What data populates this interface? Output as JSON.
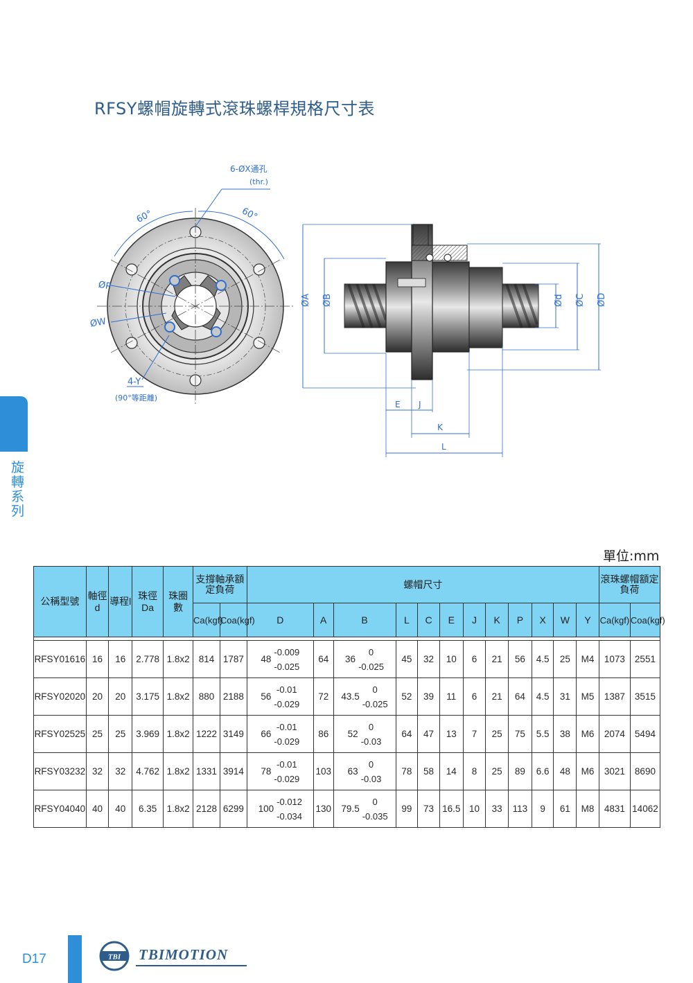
{
  "title": "RFSY螺帽旋轉式滾珠螺桿規格尺寸表",
  "side_label": "旋轉系列",
  "unit": "單位:mm",
  "drawing": {
    "hole_label": "6-ØX通孔",
    "hole_label_sub": "(thr.)",
    "angle1": "60°",
    "angle2": "60°",
    "p_label": "ØP",
    "w_label": "ØW",
    "y_label": "4-Y",
    "y_label_sub": "(90°等距離)",
    "dim_A": "ØA",
    "dim_B": "ØB",
    "dim_d": "Ød",
    "dim_C": "ØC",
    "dim_D": "ØD",
    "dim_E": "E",
    "dim_J": "J",
    "dim_K": "K",
    "dim_L": "L"
  },
  "table": {
    "h_model": "公稱型號",
    "h_shaft": "軸徑d",
    "h_lead": "導程l",
    "h_ball": "珠徑Da",
    "h_turns": "珠圈數",
    "h_support": "支撐軸承額定負荷",
    "h_nut": "螺帽尺寸",
    "h_ballnut": "滾珠螺帽額定負荷",
    "h_ca": "Ca(kgf)",
    "h_coa": "Coa(kgf)",
    "h_cols": [
      "D",
      "A",
      "B",
      "L",
      "C",
      "E",
      "J",
      "K",
      "P",
      "X",
      "W",
      "Y"
    ],
    "rows": [
      {
        "model": "RFSY01616",
        "d": "16",
        "l": "16",
        "da": "2.778",
        "turns": "1.8x2",
        "ca": "814",
        "coa": "1787",
        "D": "48",
        "D_up": "-0.009",
        "D_lo": "-0.025",
        "A": "64",
        "B": "36",
        "B_up": "0",
        "B_lo": "-0.025",
        "L": "45",
        "C": "32",
        "E": "10",
        "J": "6",
        "K": "21",
        "P": "56",
        "X": "4.5",
        "W": "25",
        "Y": "M4",
        "ca2": "1073",
        "coa2": "2551"
      },
      {
        "model": "RFSY02020",
        "d": "20",
        "l": "20",
        "da": "3.175",
        "turns": "1.8x2",
        "ca": "880",
        "coa": "2188",
        "D": "56",
        "D_up": "-0.01",
        "D_lo": "-0.029",
        "A": "72",
        "B": "43.5",
        "B_up": "0",
        "B_lo": "-0.025",
        "L": "52",
        "C": "39",
        "E": "11",
        "J": "6",
        "K": "21",
        "P": "64",
        "X": "4.5",
        "W": "31",
        "Y": "M5",
        "ca2": "1387",
        "coa2": "3515"
      },
      {
        "model": "RFSY02525",
        "d": "25",
        "l": "25",
        "da": "3.969",
        "turns": "1.8x2",
        "ca": "1222",
        "coa": "3149",
        "D": "66",
        "D_up": "-0.01",
        "D_lo": "-0.029",
        "A": "86",
        "B": "52",
        "B_up": "0",
        "B_lo": "-0.03",
        "L": "64",
        "C": "47",
        "E": "13",
        "J": "7",
        "K": "25",
        "P": "75",
        "X": "5.5",
        "W": "38",
        "Y": "M6",
        "ca2": "2074",
        "coa2": "5494"
      },
      {
        "model": "RFSY03232",
        "d": "32",
        "l": "32",
        "da": "4.762",
        "turns": "1.8x2",
        "ca": "1331",
        "coa": "3914",
        "D": "78",
        "D_up": "-0.01",
        "D_lo": "-0.029",
        "A": "103",
        "B": "63",
        "B_up": "0",
        "B_lo": "-0.03",
        "L": "78",
        "C": "58",
        "E": "14",
        "J": "8",
        "K": "25",
        "P": "89",
        "X": "6.6",
        "W": "48",
        "Y": "M6",
        "ca2": "3021",
        "coa2": "8690"
      },
      {
        "model": "RFSY04040",
        "d": "40",
        "l": "40",
        "da": "6.35",
        "turns": "1.8x2",
        "ca": "2128",
        "coa": "6299",
        "D": "100",
        "D_up": "-0.012",
        "D_lo": "-0.034",
        "A": "130",
        "B": "79.5",
        "B_up": "0",
        "B_lo": "-0.035",
        "L": "99",
        "C": "73",
        "E": "16.5",
        "J": "10",
        "K": "33",
        "P": "113",
        "X": "9",
        "W": "61",
        "Y": "M8",
        "ca2": "4831",
        "coa2": "14062"
      }
    ]
  },
  "footer": {
    "page": "D17",
    "logo_mark": "TBI",
    "brand": "TBIMOTION"
  },
  "colors": {
    "accent": "#2e8fd8",
    "header_fill": "#7fd3f3",
    "drawing_blue": "#2e6fd0"
  }
}
